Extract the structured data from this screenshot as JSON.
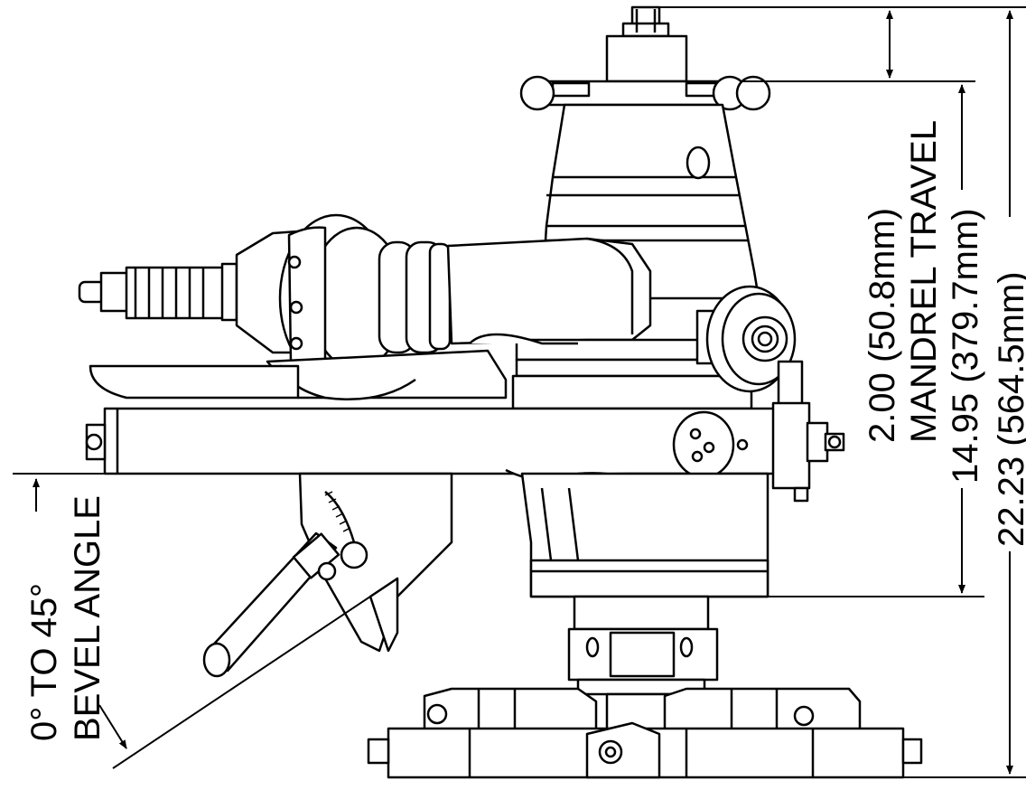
{
  "drawing": {
    "bevel_angle_line1": "0° TO 45°",
    "bevel_angle_line2": "BEVEL ANGLE",
    "mandrel_travel_line1": "2.00 (50.8mm)",
    "mandrel_travel_line2": "MANDREL TRAVEL",
    "dim_overall_middle": "14.95 (379.7mm)",
    "dim_overall_total": "22.23 (564.5mm)"
  },
  "colors": {
    "ink": "#000000",
    "paper": "#ffffff"
  }
}
